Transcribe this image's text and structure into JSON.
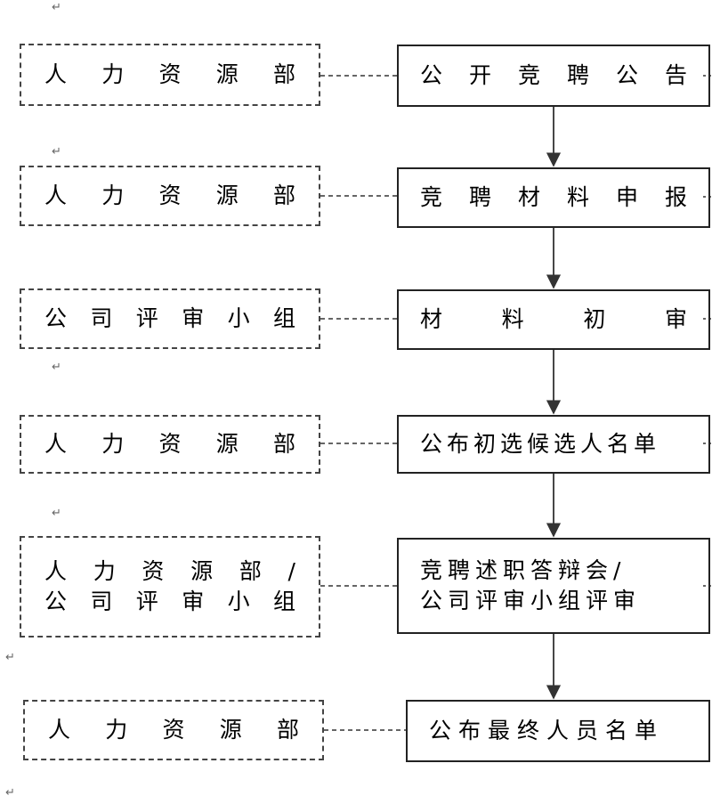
{
  "rows": [
    {
      "dept": {
        "lines": [
          "人 力 资 源 部"
        ]
      },
      "step": {
        "lines": [
          "公 开 竞 聘 公 告"
        ]
      }
    },
    {
      "dept": {
        "lines": [
          "人 力 资 源 部"
        ]
      },
      "step": {
        "lines": [
          "竞 聘 材 料 申 报"
        ]
      }
    },
    {
      "dept": {
        "lines": [
          "公 司 评 审 小 组"
        ]
      },
      "step": {
        "lines": [
          "材 料 初 审"
        ]
      }
    },
    {
      "dept": {
        "lines": [
          "人 力 资 源 部"
        ]
      },
      "step": {
        "lines": [
          "公布初选候选人名单"
        ]
      }
    },
    {
      "dept": {
        "lines": [
          "人 力 资 源 部 /",
          "公 司 评 审 小 组"
        ]
      },
      "step": {
        "lines": [
          "竞聘述职答辩会/",
          "公司评审小组评审"
        ]
      }
    },
    {
      "dept": {
        "lines": [
          "人 力 资 源 部"
        ]
      },
      "step": {
        "lines": [
          "公布最终人员名单"
        ]
      }
    }
  ],
  "marks": {
    "paragraph": "↵"
  },
  "colors": {
    "line": "#333333",
    "dash": "#444444"
  }
}
